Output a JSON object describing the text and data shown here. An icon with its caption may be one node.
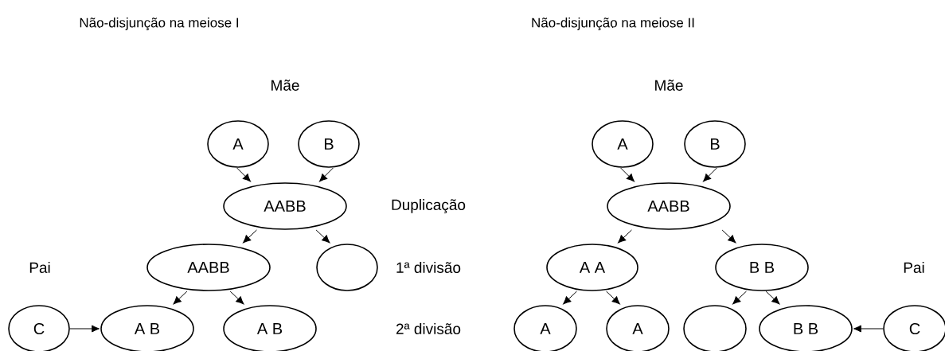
{
  "diagram": {
    "nodes": [
      {
        "text": [
          "A"
        ]
      },
      {
        "text": [
          "B"
        ]
      },
      {
        "text": [
          "AABB"
        ]
      },
      {
        "text": [
          "AABB"
        ]
      },
      {
        "text": [],
        "shape": "circle"
      },
      {
        "text": [
          "C"
        ]
      },
      {
        "text": [
          "A B"
        ]
      },
      {
        "text": [
          "A B"
        ]
      },
      {
        "text": [
          "A"
        ]
      },
      {
        "text": [
          "B"
        ]
      },
      {
        "text": [
          "AABB"
        ]
      },
      {
        "text": [
          "A A"
        ]
      },
      {
        "text": [
          "B B"
        ]
      },
      {
        "text": [
          "A"
        ]
      },
      {
        "text": [
          "A"
        ]
      },
      {
        "text": [],
        "shape": "circle"
      },
      {
        "text": [
          "B B"
        ]
      },
      {
        "text": [
          "C"
        ]
      }
    ],
    "edges": [
      {
        "from": 0,
        "to": 2,
        "arrow": "to"
      },
      {
        "from": 1,
        "to": 2,
        "arrow": "to"
      },
      {
        "from": 2,
        "to": 3,
        "arrow": "to"
      },
      {
        "from": 2,
        "to": 4,
        "arrow": "to"
      },
      {
        "from": 3,
        "to": 6,
        "arrow": "to"
      },
      {
        "from": 3,
        "to": 7,
        "arrow": "to"
      },
      {
        "from": 5,
        "to": 6,
        "arrow": "to"
      },
      {
        "from": 8,
        "to": 10,
        "arrow": "to"
      },
      {
        "from": 9,
        "to": 10,
        "arrow": "to"
      },
      {
        "from": 10,
        "to": 11,
        "arrow": "to"
      },
      {
        "from": 10,
        "to": 12,
        "arrow": "to"
      },
      {
        "from": 11,
        "to": 13,
        "arrow": "to"
      },
      {
        "from": 11,
        "to": 14,
        "arrow": "to"
      },
      {
        "from": 12,
        "to": 15,
        "arrow": "to"
      },
      {
        "from": 12,
        "to": 16,
        "arrow": "to"
      },
      {
        "from": 17,
        "to": 16,
        "arrow": "to"
      }
    ],
    "labels": [
      "Não-disjunção na meiose I",
      "Não-disjunção na meiose II",
      "Mãe",
      "Mãe",
      "Duplicação",
      "Pai",
      "1ª divisão",
      "Pai",
      "2ª divisão"
    ]
  }
}
